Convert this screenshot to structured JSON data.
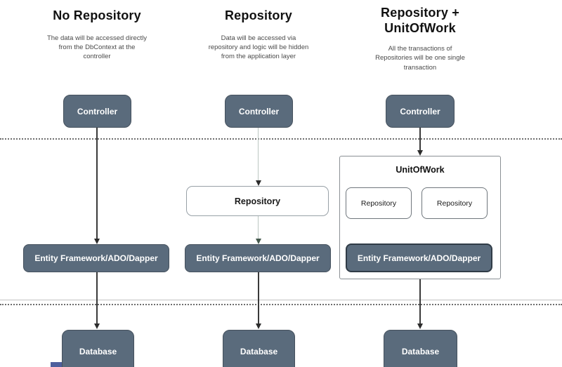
{
  "diagram": {
    "columns": [
      {
        "title": "No Repository",
        "description": "The data will be accessed directly\nfrom the DbContext at the\ncontroller",
        "controller": "Controller",
        "ef": "Entity Framework/ADO/Dapper",
        "database": "Database"
      },
      {
        "title": "Repository",
        "description": "Data will be accessed via\nrepository and logic will be hidden\nfrom the application layer",
        "controller": "Controller",
        "repository": "Repository",
        "ef": "Entity Framework/ADO/Dapper",
        "database": "Database"
      },
      {
        "title": "Repository +\nUnitOfWork",
        "description": "All the transactions of\nRepositories will be one single\ntransaction",
        "controller": "Controller",
        "unit_of_work": "UnitOfWork",
        "repository_left": "Repository",
        "repository_right": "Repository",
        "ef": "Entity Framework/ADO/Dapper",
        "database": "Database"
      }
    ],
    "colors": {
      "node_fill": "#5a6b7c",
      "node_text": "#ffffff",
      "arrow_dark": "#2c2c2c",
      "arrow_light": "#bcc7c2",
      "arrowhead_green": "#44594d",
      "divider": "#6e6e6e",
      "blue_strip": "#4e5f9d"
    }
  }
}
